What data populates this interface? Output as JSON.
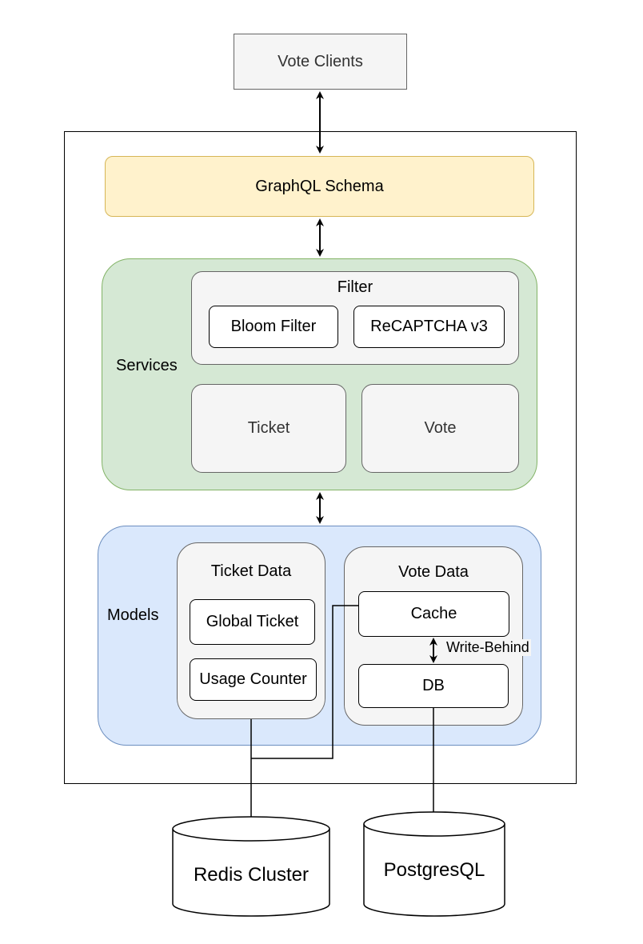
{
  "nodes": {
    "vote_clients": "Vote Clients",
    "graphql_schema": "GraphQL Schema",
    "services": "Services",
    "filter": "Filter",
    "bloom_filter": "Bloom Filter",
    "recaptcha": "ReCAPTCHA v3",
    "ticket_service": "Ticket",
    "vote_service": "Vote",
    "models": "Models",
    "ticket_data": "Ticket Data",
    "global_ticket": "Global Ticket",
    "usage_counter": "Usage Counter",
    "vote_data": "Vote Data",
    "cache": "Cache",
    "db": "DB",
    "redis_cluster": "Redis Cluster",
    "postgresql": "PostgresQL"
  },
  "edges": {
    "write_behind": "Write-Behind"
  },
  "colors": {
    "schema_fill": "#fff2cc",
    "schema_stroke": "#d6b656",
    "services_fill": "#d5e8d4",
    "services_stroke": "#82b366",
    "models_fill": "#dae8fc",
    "models_stroke": "#6c8ebf",
    "grey_fill": "#f5f5f5",
    "grey_stroke": "#666666"
  }
}
